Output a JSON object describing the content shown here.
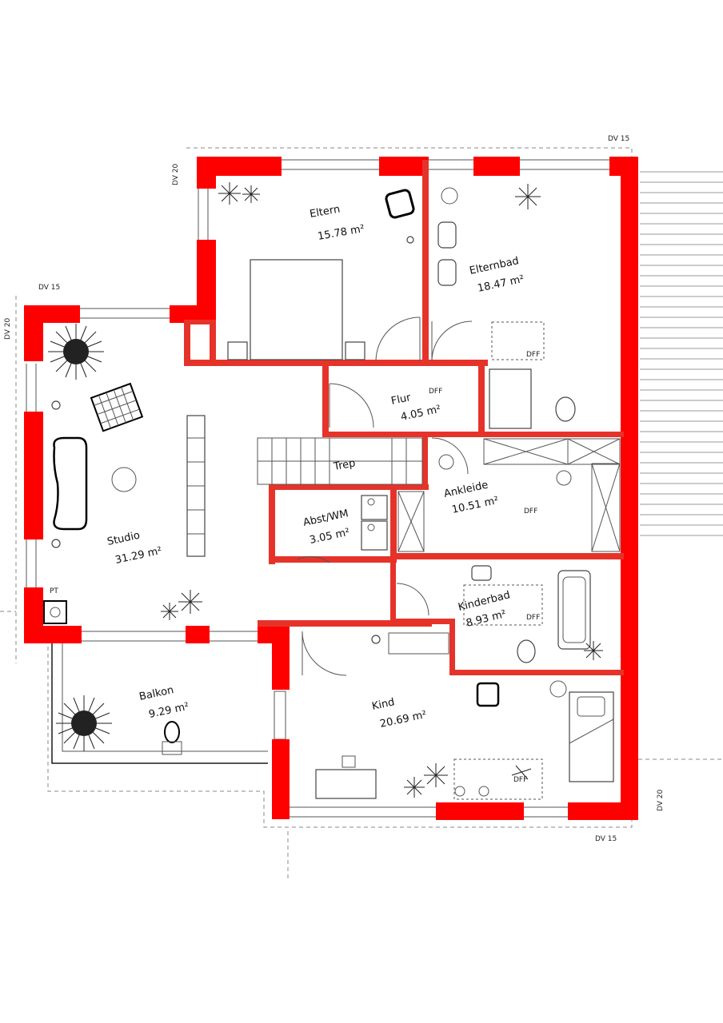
{
  "rooms": {
    "eltern": {
      "name": "Eltern",
      "area": "15.78 m²"
    },
    "elternbad": {
      "name": "Elternbad",
      "area": "18.47 m²"
    },
    "flur": {
      "name": "Flur",
      "area": "4.05 m²"
    },
    "studio": {
      "name": "Studio",
      "area": "31.29 m²"
    },
    "trep": {
      "name": "Trep"
    },
    "ankleide": {
      "name": "Ankleide",
      "area": "10.51 m²"
    },
    "abst": {
      "name": "Abst/WM",
      "area": "3.05 m²"
    },
    "kinderbad": {
      "name": "Kinderbad",
      "area": "8.93 m²"
    },
    "balkon": {
      "name": "Balkon",
      "area": "9.29 m²"
    },
    "kind": {
      "name": "Kind",
      "area": "20.69 m²"
    }
  },
  "dimension_labels": {
    "dv15_top_right": "DV 15",
    "dv15_left": "DV 15",
    "dv15_bottom": "DV 15",
    "dv20_top": "DV 20",
    "dv20_left": "DV 20",
    "dv20_bottom_right": "DV 20"
  },
  "misc": {
    "pt": "PT",
    "dff_1": "DFF",
    "dff_2": "DFF",
    "dff_3": "DFF",
    "dff_4": "DFF",
    "dff_5": "DFF"
  },
  "colors": {
    "exterior_wall": "#ff0000",
    "interior_wall": "#e6332a",
    "linework": "#1a1a1a"
  }
}
